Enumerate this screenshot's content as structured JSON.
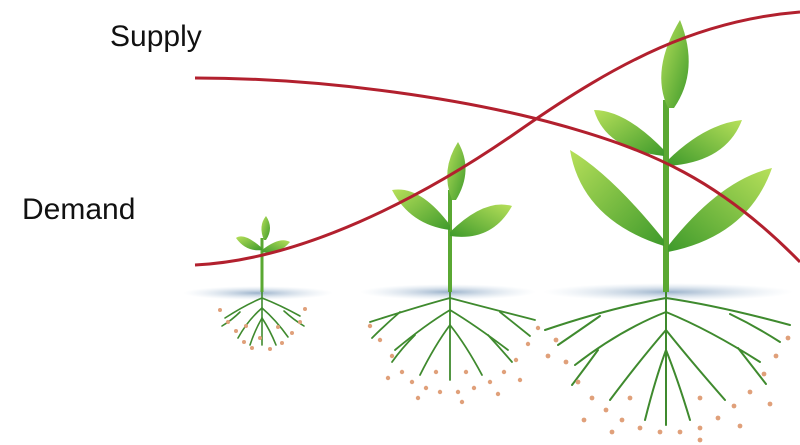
{
  "labels": {
    "supply": "Supply",
    "demand": "Demand"
  },
  "colors": {
    "curve": "#b2202e",
    "leaf_light": "#9fd24a",
    "leaf_dark": "#3e9a2b",
    "stem": "#5aa832",
    "root": "#3f8a2e",
    "ground": "#9fb6cc",
    "dot": "#e0a07a"
  },
  "plants": [
    {
      "stage": "seedling",
      "icon": "sprout-icon"
    },
    {
      "stage": "young-plant",
      "icon": "plant-icon"
    },
    {
      "stage": "mature-plant",
      "icon": "plant-icon"
    }
  ]
}
